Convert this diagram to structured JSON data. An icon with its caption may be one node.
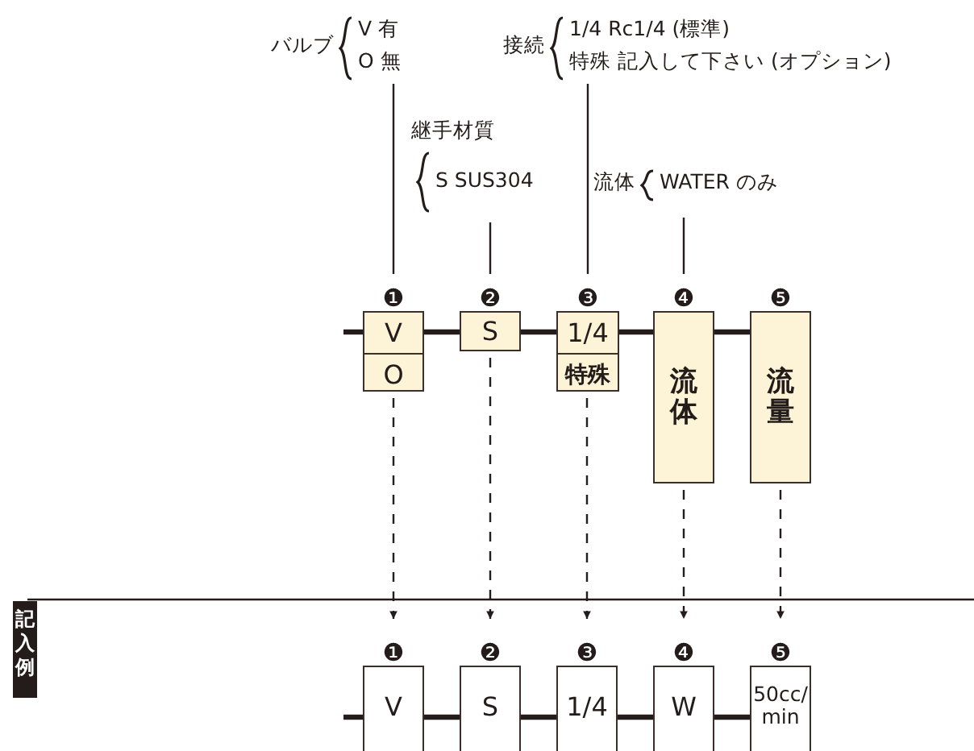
{
  "diagram": {
    "nodes": [
      {
        "text": [
          "バルブ",
          "V 有",
          "O 無"
        ]
      },
      {
        "text": [
          "継手材質",
          "S SUS304"
        ]
      },
      {
        "text": [
          "接続",
          "1/4 Rc1/4 (標準)",
          "特殊 記入して下さい (オプション)"
        ]
      },
      {
        "text": [
          "流体",
          "WATER のみ"
        ]
      },
      {
        "text": [
          "V",
          "O"
        ],
        "beside": [
          "❶"
        ]
      },
      {
        "text": [
          "S"
        ],
        "beside": [
          "❷"
        ]
      },
      {
        "text": [
          "1/4",
          "特殊"
        ],
        "beside": [
          "❸"
        ]
      },
      {
        "text": [
          "流体"
        ],
        "beside": [
          "❹"
        ]
      },
      {
        "text": [
          "流量"
        ],
        "beside": [
          "❺"
        ]
      },
      {
        "text": [
          "V"
        ],
        "beside": [
          "❶"
        ]
      },
      {
        "text": [
          "S"
        ],
        "beside": [
          "❷"
        ]
      },
      {
        "text": [
          "1/4"
        ],
        "beside": [
          "❸"
        ]
      },
      {
        "text": [
          "W"
        ],
        "beside": [
          "❹"
        ]
      },
      {
        "text": [
          "50cc/ min"
        ],
        "beside": [
          "❺"
        ]
      }
    ],
    "edges": [
      {
        "from": 0,
        "to": 4,
        "arrow": "none"
      },
      {
        "from": 1,
        "to": 5,
        "arrow": "none"
      },
      {
        "from": 2,
        "to": 6,
        "arrow": "none"
      },
      {
        "from": 3,
        "to": 7,
        "arrow": "none"
      },
      {
        "from": null,
        "to": 4,
        "arrow": "none"
      },
      {
        "from": 4,
        "to": 5,
        "arrow": "none"
      },
      {
        "from": 5,
        "to": 6,
        "arrow": "none"
      },
      {
        "from": 6,
        "to": 7,
        "arrow": "none"
      },
      {
        "from": 7,
        "to": 8,
        "arrow": "none"
      },
      {
        "from": 4,
        "to": 9,
        "arrow": "to",
        "style": "dashed"
      },
      {
        "from": 5,
        "to": 10,
        "arrow": "to",
        "style": "dashed"
      },
      {
        "from": 6,
        "to": 11,
        "arrow": "to",
        "style": "dashed"
      },
      {
        "from": 7,
        "to": 12,
        "arrow": "to",
        "style": "dashed"
      },
      {
        "from": 8,
        "to": 13,
        "arrow": "to",
        "style": "dashed"
      },
      {
        "from": null,
        "to": 9,
        "arrow": "none"
      },
      {
        "from": 9,
        "to": 10,
        "arrow": "none"
      },
      {
        "from": 10,
        "to": 11,
        "arrow": "none"
      },
      {
        "from": 11,
        "to": 12,
        "arrow": "none"
      },
      {
        "from": 12,
        "to": 13,
        "arrow": "none"
      }
    ],
    "labels": [
      "記入例"
    ]
  }
}
